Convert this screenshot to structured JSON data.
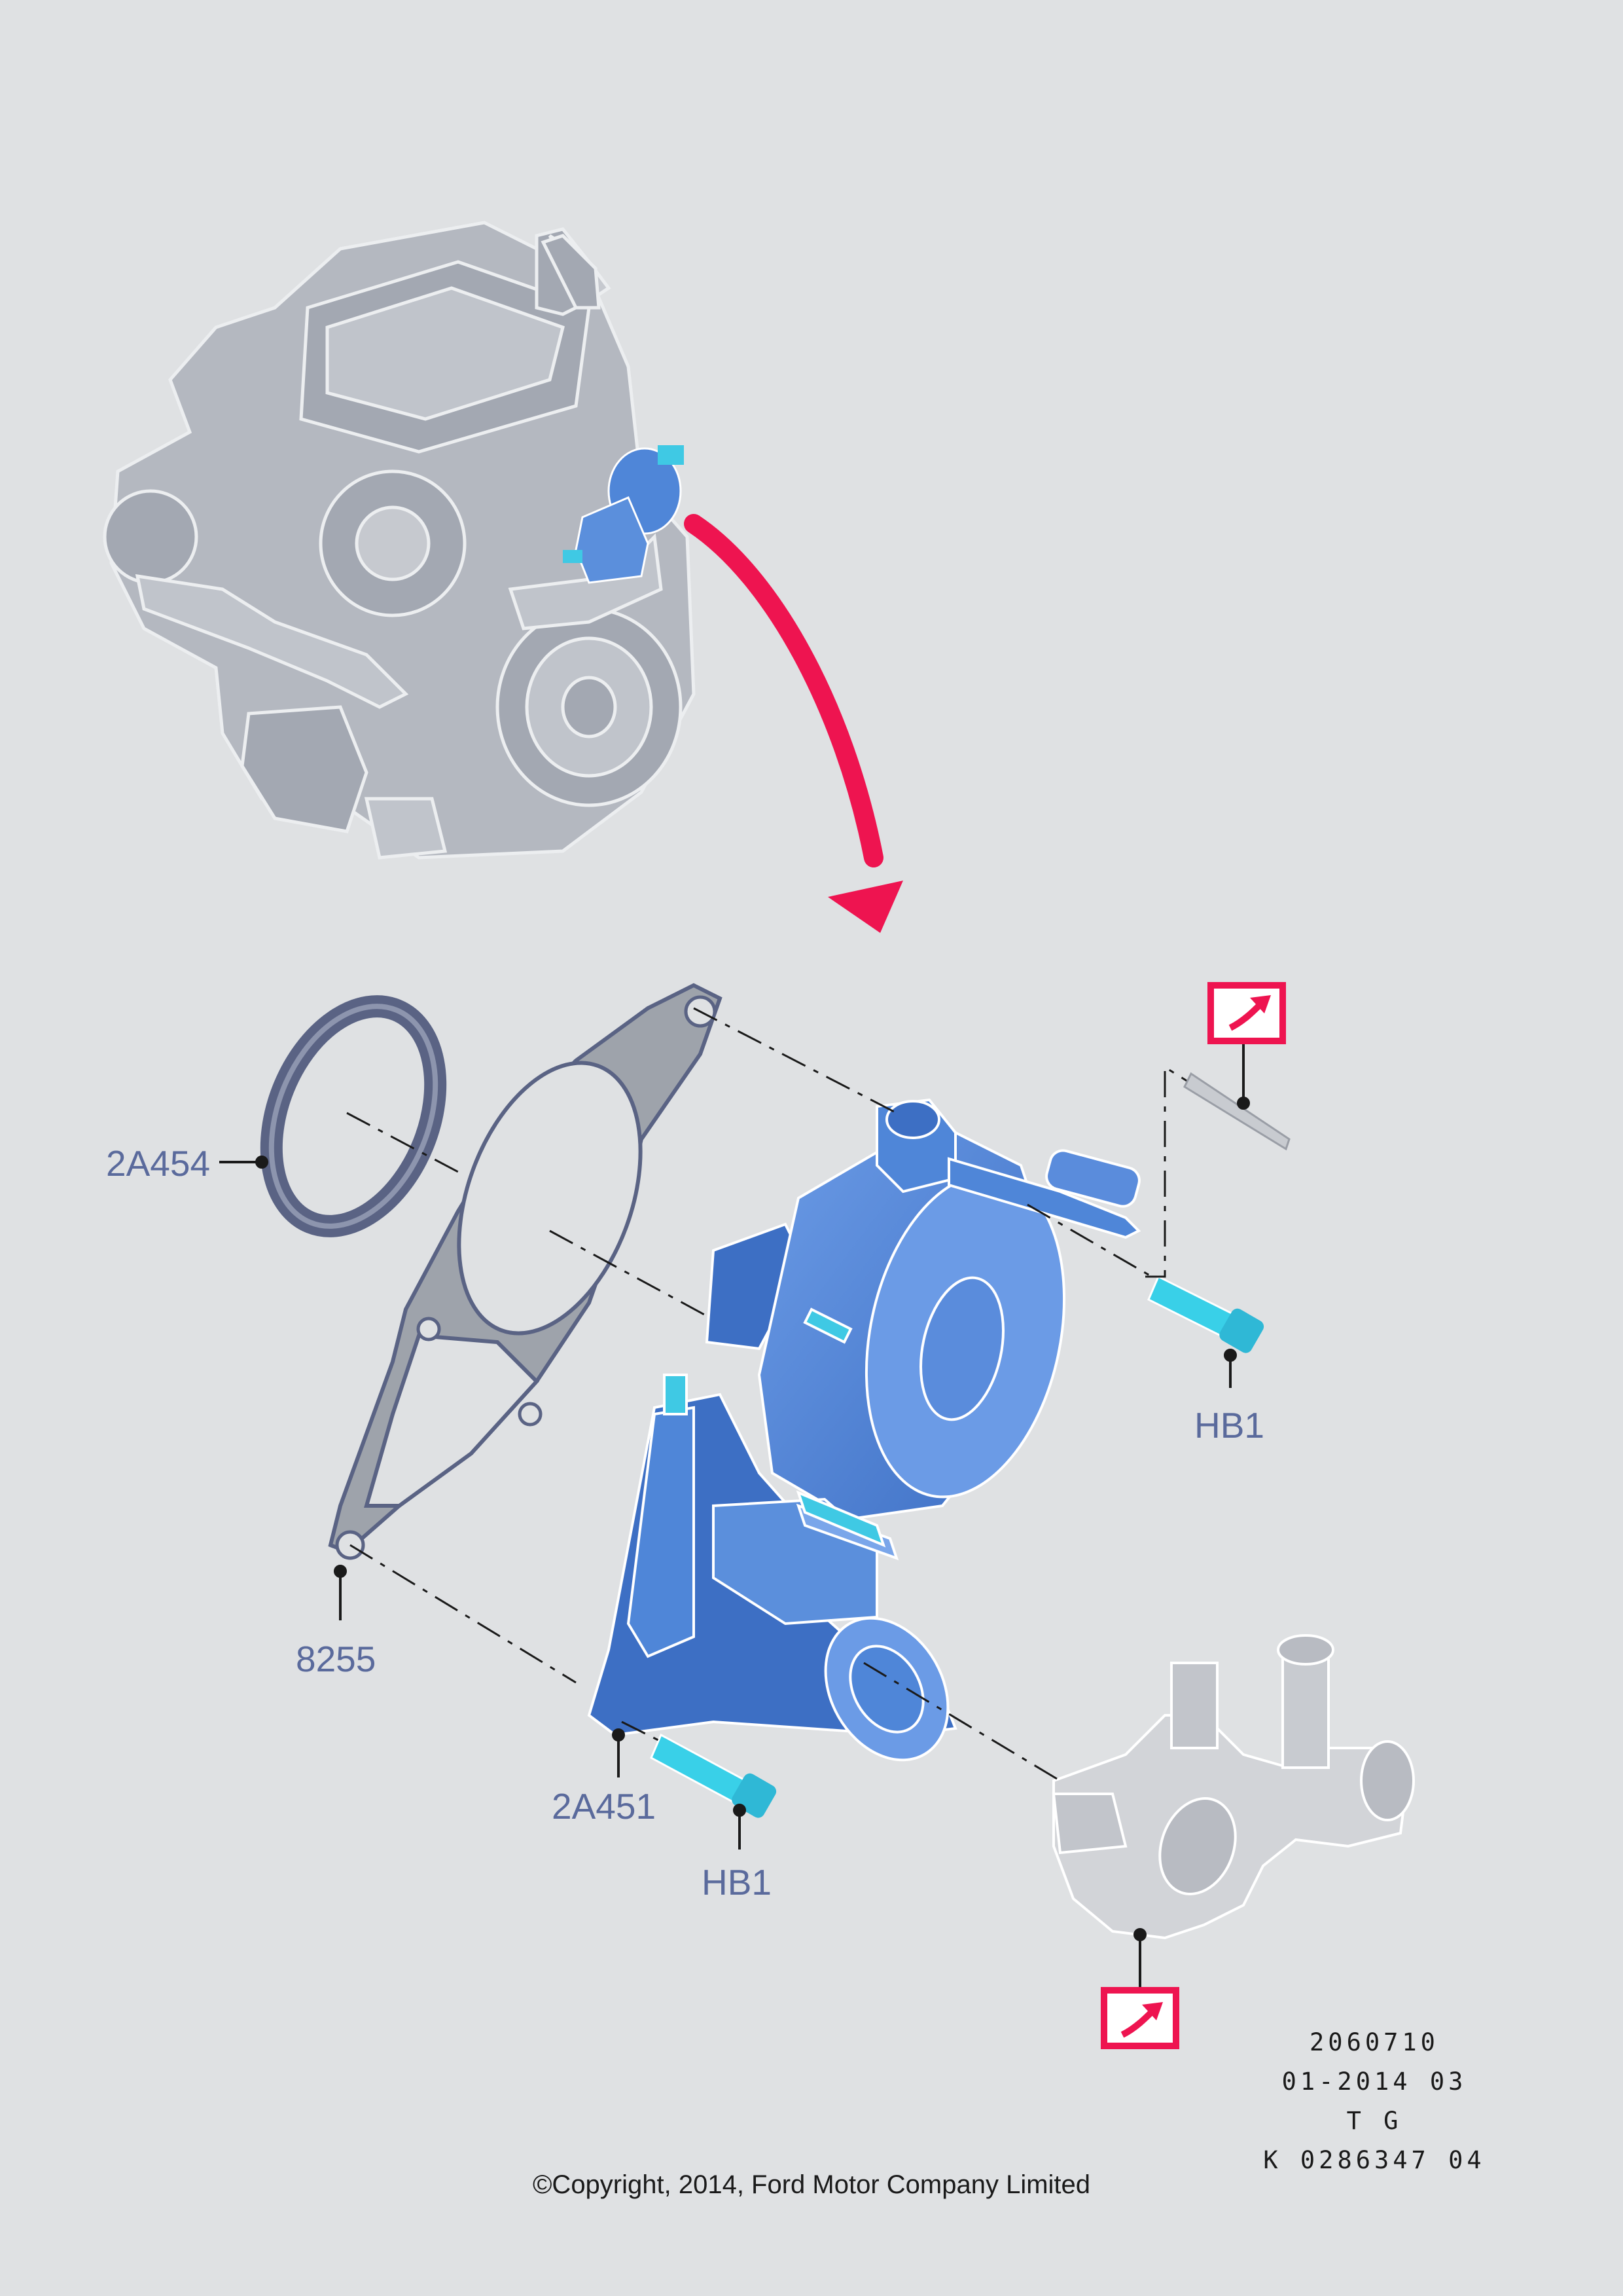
{
  "callouts": {
    "seal": "2A454",
    "gasket": "8255",
    "vacuum_pump": "2A451",
    "bolt_upper": "HB1",
    "bolt_lower": "HB1"
  },
  "reference": {
    "line1": "2060710",
    "line2": "01-2014 03",
    "line3": "T G",
    "line4": "K 0286347 04"
  },
  "copyright": "©Copyright, 2014, Ford Motor Company Limited",
  "colors": {
    "background": "#dfe1e3",
    "engine": "#9aa0ac",
    "pump_blue": "#4f86d8",
    "bolt_cyan": "#39d0e8",
    "arrow_red": "#ee1450",
    "label": "#5a6a9c"
  },
  "icons": {
    "related_part_upper": "related-part-arrow-icon",
    "related_part_lower": "related-part-arrow-icon"
  }
}
